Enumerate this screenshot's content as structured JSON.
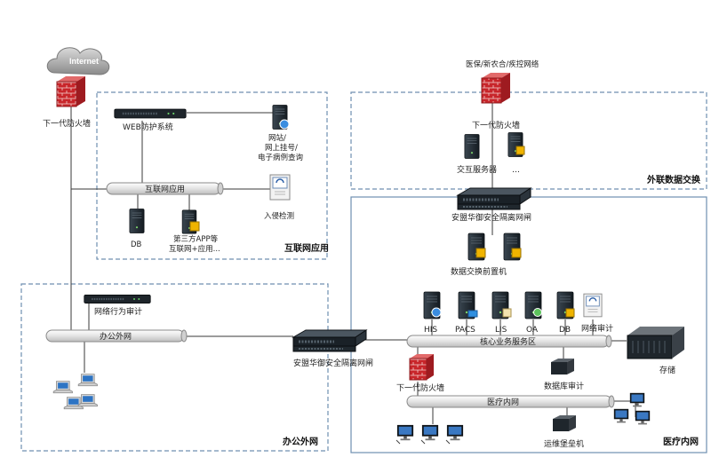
{
  "colors": {
    "zone_border": "#6f8fb0",
    "pipe_fill": "#e6e6e6",
    "firewall": "#c8252a",
    "server": "#1f2a33",
    "link": "#3a3a3a"
  },
  "internet": {
    "cloud_label": "Internet",
    "firewall_label": "下一代防火墙"
  },
  "external": {
    "cloud_label": "医保/新农合/疾控网络",
    "firewall_label": "下一代防火墙",
    "servers_label": "交互服务器",
    "more_label": "…"
  },
  "zones": {
    "internet_app": "互联网应用",
    "external_exchange": "外联数据交换",
    "office": "办公外网",
    "medical": "医疗内网"
  },
  "internet_app": {
    "waf_label": "WEB防护系统",
    "web_server_label_1": "网站/",
    "web_server_label_2": "网上挂号/",
    "web_server_label_3": "电子病例查询",
    "bus_label": "互联网应用",
    "ids_label": "入侵检测",
    "db_label": "DB",
    "third_party_label_1": "第三方APP等",
    "third_party_label_2": "互联网+应用..."
  },
  "gateway_top": {
    "label": "安盟华御安全隔离网闸"
  },
  "exchange_front": {
    "label": "数据交换前置机"
  },
  "office": {
    "audit_label": "网络行为审计",
    "bus_label": "办公外网"
  },
  "gateway_mid": {
    "label": "安盟华御安全隔离网闸"
  },
  "core": {
    "servers": [
      "HIS",
      "PACS",
      "LIS",
      "OA",
      "DB"
    ],
    "audit_label": "网络审计",
    "bus_label": "核心业务服务区",
    "storage_label": "存储"
  },
  "medical": {
    "firewall_label": "下一代防火墙",
    "db_audit_label": "数据库审计",
    "bus_label": "医疗内网",
    "bastion_label": "运维堡垒机"
  }
}
